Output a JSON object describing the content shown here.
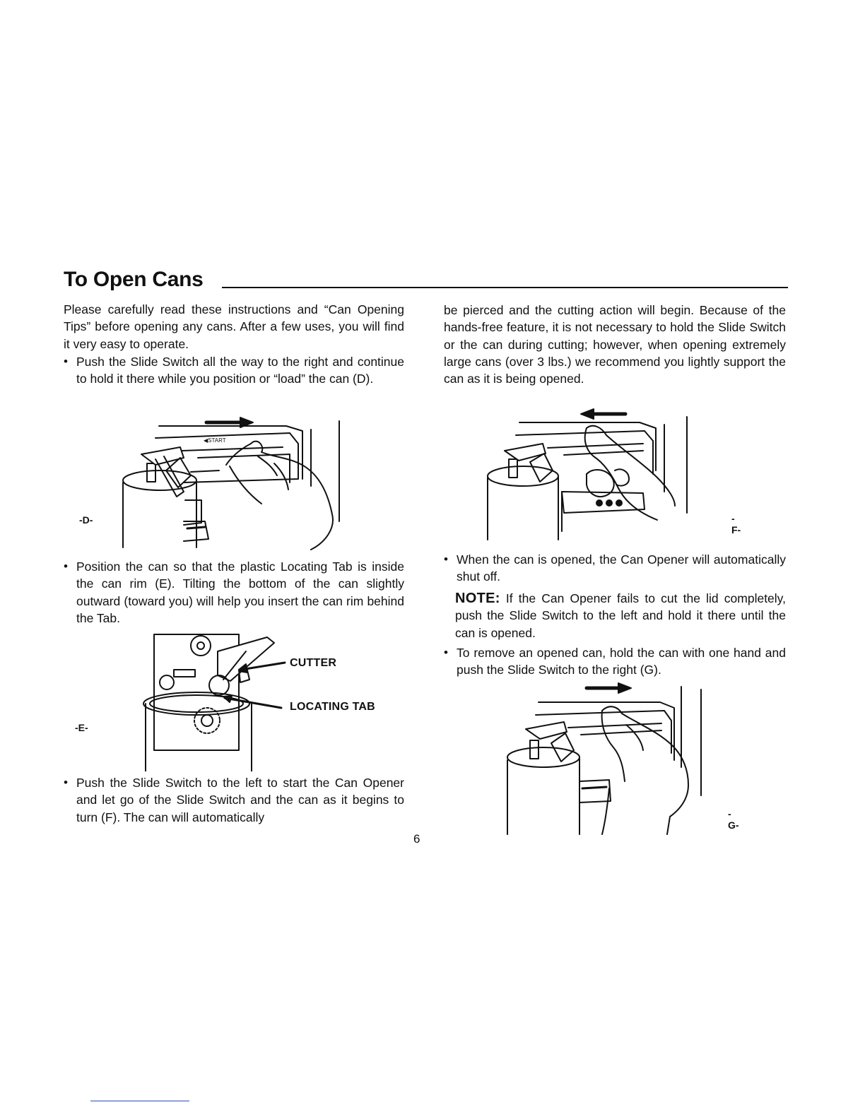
{
  "page": {
    "title": "To Open Cans",
    "page_number": "6"
  },
  "left": {
    "intro": "Please carefully read these instructions and “Can Opening Tips” before opening any cans. After a few uses, you will find it very easy to operate.",
    "bullet1": "Push the Slide Switch all the way to the right and continue to hold it there while you position or “load” the can (D).",
    "bullet2": "Position the can so that the plastic Locating Tab is inside the can rim (E). Tilting the bottom of the can slightly outward (toward you) will help you insert the can rim behind the Tab.",
    "bullet3": "Push the Slide Switch to the left to start the Can Opener and let go of the Slide Switch and the can as it begins to turn (F). The can will automatically"
  },
  "right": {
    "continuation": "be pierced and the cutting action will begin. Because of the hands-free feature, it is not necessary to hold the Slide Switch or the can during cutting; however, when opening extremely large cans (over 3 lbs.) we recommend you lightly support the can as it is being opened.",
    "bullet4": "When the can is opened, the Can Opener will automatically shut off.",
    "note_label": "NOTE:",
    "note_text": " If the Can Opener fails to cut the lid completely, push the Slide Switch to the left and hold it there until the can is opened.",
    "bullet5": "To remove an opened can, hold the can with one hand and push the Slide Switch to the right (G)."
  },
  "figures": {
    "d": {
      "label": "-D-"
    },
    "e": {
      "label": "-E-",
      "cutter": "CUTTER",
      "locating_tab": "LOCATING TAB"
    },
    "f": {
      "label": "-F-"
    },
    "g": {
      "label": "-G-"
    }
  }
}
